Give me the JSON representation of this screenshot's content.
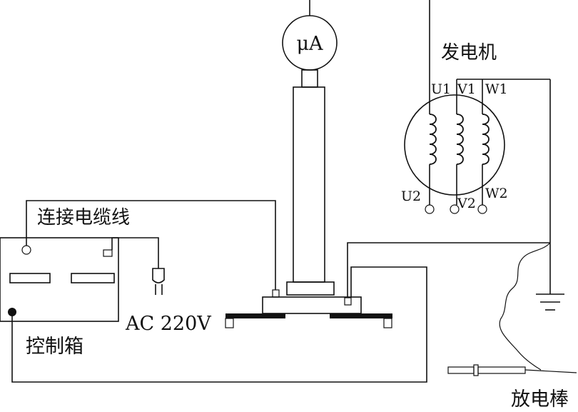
{
  "labels": {
    "ammeter": "μA",
    "generator": "发电机",
    "terminal_u1": "U1",
    "terminal_v1": "V1",
    "terminal_w1": "W1",
    "terminal_u2": "U2",
    "terminal_v2": "V2",
    "terminal_w2": "W2",
    "cable": "连接电缆线",
    "supply": "AC 220V",
    "control_box": "控制箱",
    "discharge_rod": "放电棒"
  }
}
